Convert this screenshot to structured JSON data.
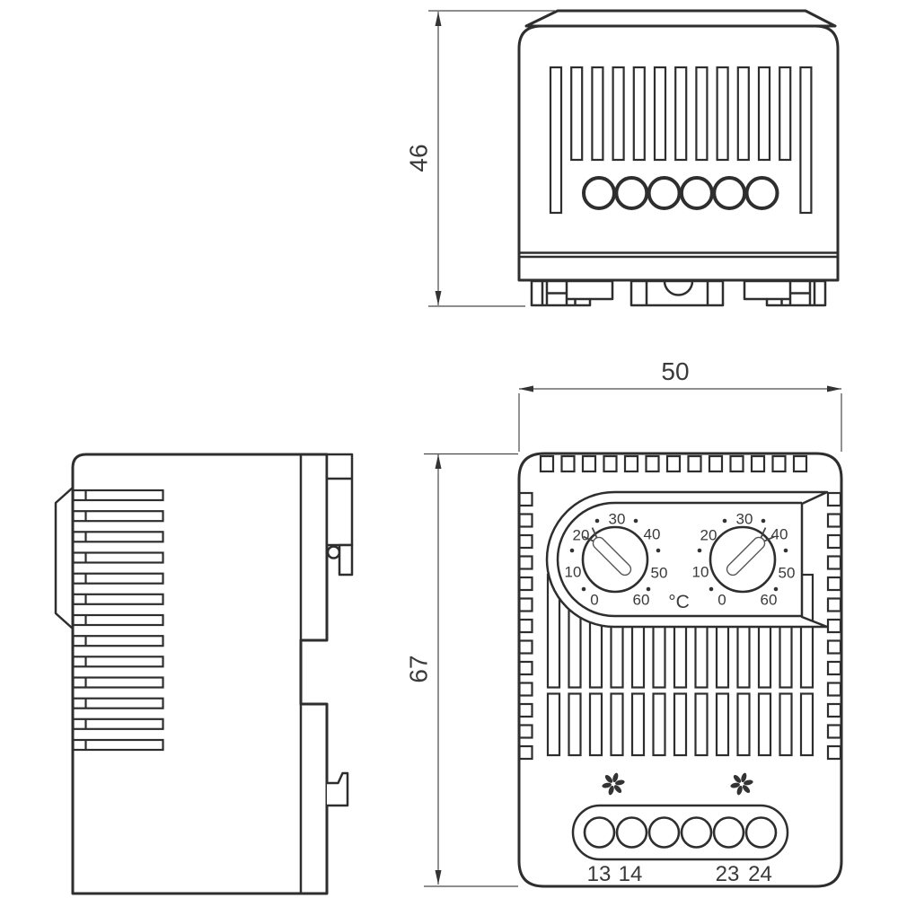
{
  "drawing": {
    "type": "technical-drawing-thermostat-3-views",
    "colors": {
      "line": "#2e2e2e",
      "dimension_line": "#4a4a4a",
      "text": "#3a3a3a",
      "background": "#ffffff"
    }
  },
  "dimensions": {
    "depth_mm": "46",
    "width_mm": "50",
    "height_mm": "67"
  },
  "front_view": {
    "unit": "°C",
    "dial_scale": [
      "0",
      "10",
      "20",
      "30",
      "40",
      "50",
      "60"
    ],
    "terminals": [
      "13",
      "14",
      "23",
      "24"
    ]
  }
}
